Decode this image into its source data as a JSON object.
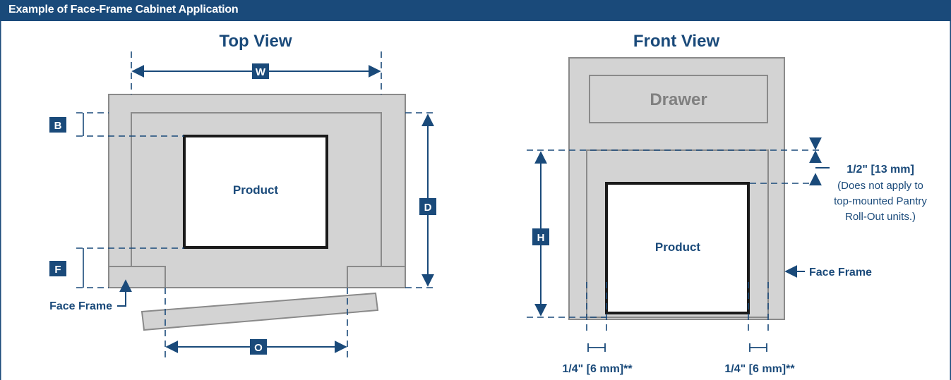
{
  "header": {
    "title": "Example of Face-Frame Cabinet Application"
  },
  "colors": {
    "navy": "#1a4a7a",
    "cabinet_fill": "#d3d3d3",
    "cabinet_stroke": "#8a8a8a",
    "product_stroke": "#1a1a1a",
    "drawer_text": "#808080"
  },
  "top_view": {
    "title": "Top View",
    "product_label": "Product",
    "face_frame_label": "Face Frame",
    "dim_w": "W",
    "dim_b": "B",
    "dim_d": "D",
    "dim_f": "F",
    "dim_o": "O"
  },
  "front_view": {
    "title": "Front View",
    "drawer_label": "Drawer",
    "product_label": "Product",
    "face_frame_label": "Face Frame",
    "dim_h": "H",
    "clearance_value": "1/2\" [13 mm]",
    "clearance_note": [
      "(Does not apply to",
      "top-mounted Pantry",
      "Roll-Out units.)"
    ],
    "side_gap_left": "1/4\" [6 mm]**",
    "side_gap_right": "1/4\" [6 mm]**"
  }
}
